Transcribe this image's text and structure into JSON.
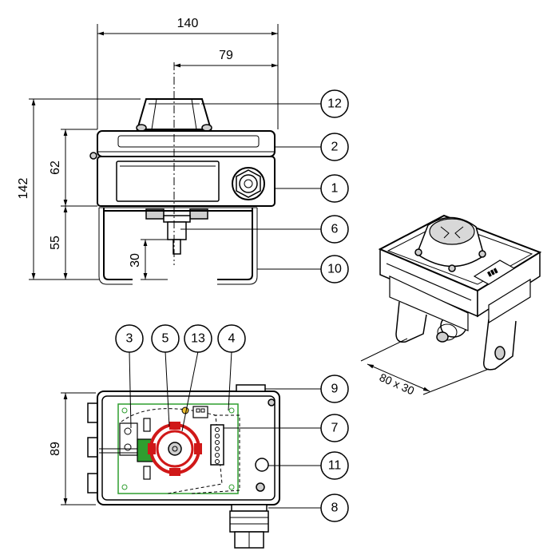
{
  "dimensions": {
    "total_width": "140",
    "center_offset": "79",
    "total_height": "142",
    "housing_height": "62",
    "bracket_height": "55",
    "shaft_length": "30",
    "side_width": "89",
    "bracket_size": "80 x 30"
  },
  "callouts": [
    "12",
    "2",
    "1",
    "6",
    "10",
    "3",
    "5",
    "13",
    "4",
    "9",
    "7",
    "11",
    "8"
  ],
  "colors": {
    "pcb_green": "#2f9e2f",
    "cam_red": "#d01818",
    "line": "#000000"
  }
}
